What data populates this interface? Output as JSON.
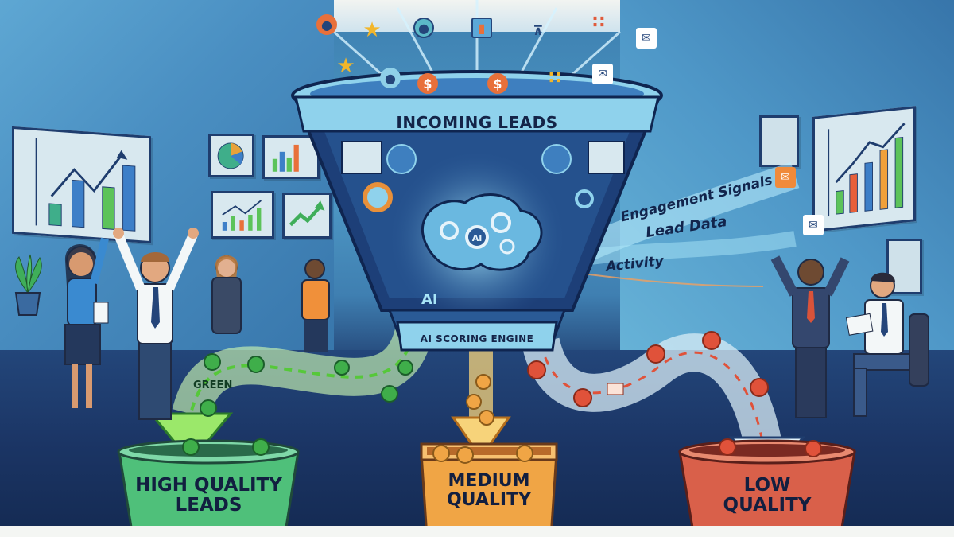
{
  "diagram": {
    "funnel": {
      "title": "INCOMING LEADS",
      "engine_label": "AI SCORING ENGINE",
      "brain_label": "AI",
      "side_label": "AI"
    },
    "input_signals": [
      {
        "label": "Engagement Signals"
      },
      {
        "label": "Lead Data"
      },
      {
        "label": "Activity"
      }
    ],
    "incoming_icons": [
      {
        "name": "user-icon",
        "color": "#e8703a"
      },
      {
        "name": "star-icon",
        "color": "#f2b62b"
      },
      {
        "name": "user-icon",
        "color": "#3d7fc0"
      },
      {
        "name": "bar-chart-icon",
        "color": "#3d8fc8"
      },
      {
        "name": "broadcast-tower-icon",
        "color": "#24457a"
      },
      {
        "name": "rss-icon",
        "color": "#e05a3a"
      },
      {
        "name": "email-icon",
        "color": "#ffffff"
      },
      {
        "name": "star-icon",
        "color": "#f2b62b"
      },
      {
        "name": "user-icon",
        "color": "#8fd0e8"
      },
      {
        "name": "dollar-icon",
        "color": "#e8703a"
      },
      {
        "name": "dollar-icon",
        "color": "#e8703a"
      },
      {
        "name": "rss-icon",
        "color": "#f2b62b"
      },
      {
        "name": "email-icon",
        "color": "#ffffff"
      }
    ],
    "flows": {
      "high": {
        "tag": "GREEN",
        "color": "#5fd13c"
      },
      "medium": {
        "color": "#f2b040"
      },
      "low": {
        "color": "#e0523a"
      }
    },
    "buckets": [
      {
        "id": "high",
        "line1": "HIGH QUALITY",
        "line2": "LEADS",
        "color": "#4fc07a"
      },
      {
        "id": "medium",
        "line1": "MEDIUM",
        "line2": "QUALITY",
        "color": "#f0a545"
      },
      {
        "id": "low",
        "line1": "LOW",
        "line2": "QUALITY",
        "color": "#d9604a"
      }
    ],
    "colors": {
      "funnel_rim": "#8fd2ec",
      "funnel_body": "#1d3f78",
      "wall": "#4a8fc2",
      "floor": "#1b3565",
      "ink": "#142448"
    }
  }
}
